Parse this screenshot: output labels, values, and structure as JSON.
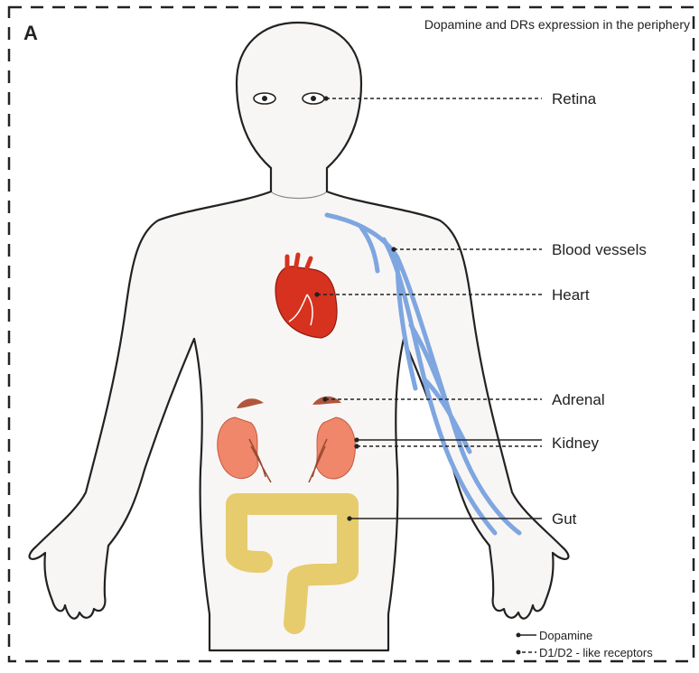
{
  "panel": {
    "letter": "A",
    "title": "Dopamine and DRs expression in the periphery"
  },
  "labels": {
    "retina": "Retina",
    "blood_vessels": "Blood vessels",
    "heart": "Heart",
    "adrenal": "Adrenal",
    "kidney": "Kidney",
    "gut": "Gut"
  },
  "legend": {
    "dopamine": "Dopamine",
    "receptors": "D1/D2 - like receptors"
  },
  "colors": {
    "body_fill": "#f8f6f5",
    "outline": "#222222",
    "vessel": "#7ea6e0",
    "heart": "#d7321f",
    "kidney": "#f0866a",
    "adrenal": "#b0563c",
    "gut": "#e6cc6c"
  }
}
